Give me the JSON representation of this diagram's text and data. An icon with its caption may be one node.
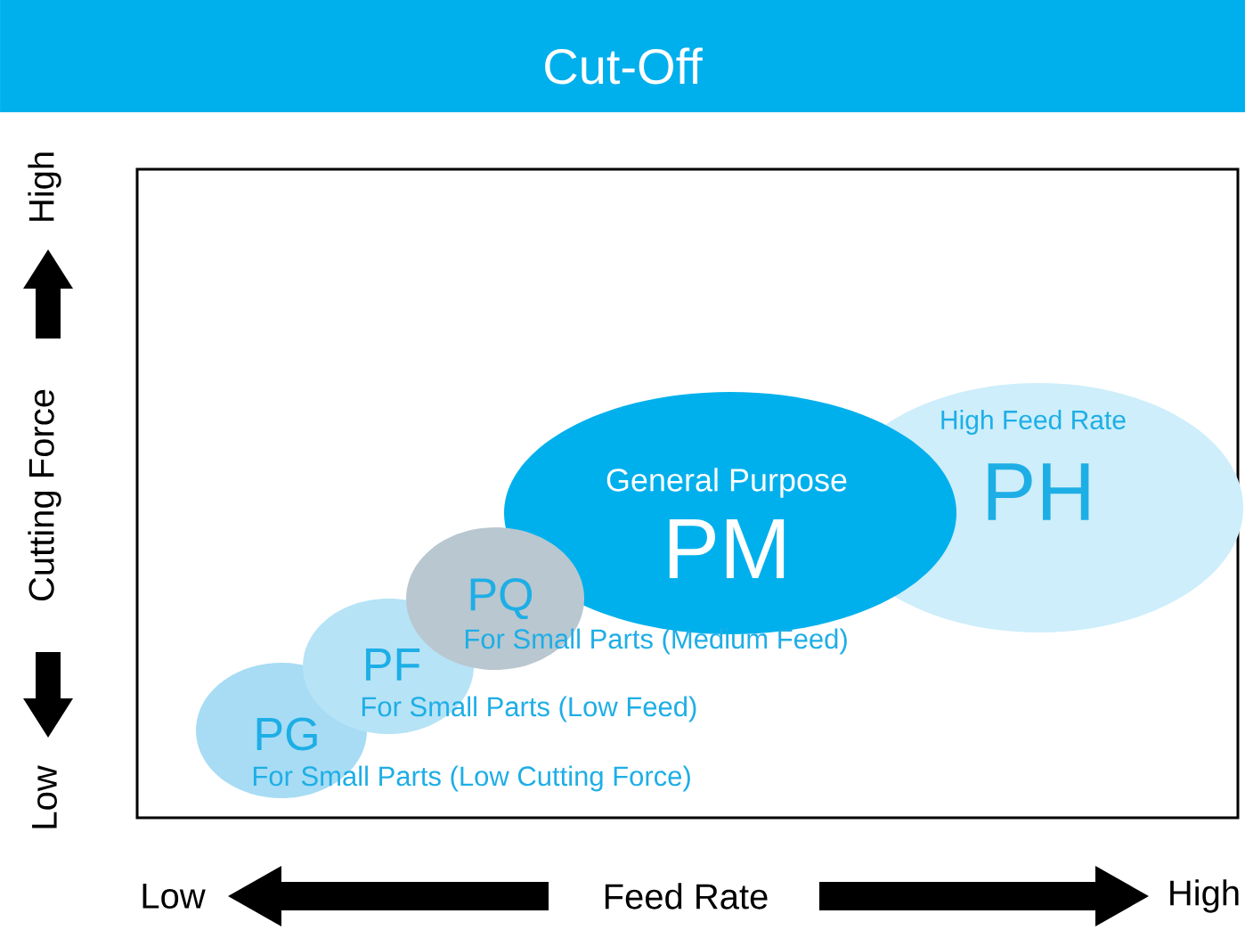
{
  "diagram": {
    "title": "Cut-Off",
    "nodes": [
      {
        "text": [
          "High Feed Rate",
          "PH"
        ]
      },
      {
        "text": [
          "General Purpose",
          "PM"
        ]
      },
      {
        "text": [
          "PQ",
          "For Small Parts (Medium Feed)"
        ]
      },
      {
        "text": [
          "PF",
          "For Small Parts (Low Feed)"
        ]
      },
      {
        "text": [
          "PG",
          "For Small Parts (Low Cutting Force)"
        ]
      }
    ],
    "edges": [],
    "labels": [
      "High",
      "Cutting Force",
      "Low",
      "Low",
      "Feed Rate",
      "High"
    ]
  }
}
